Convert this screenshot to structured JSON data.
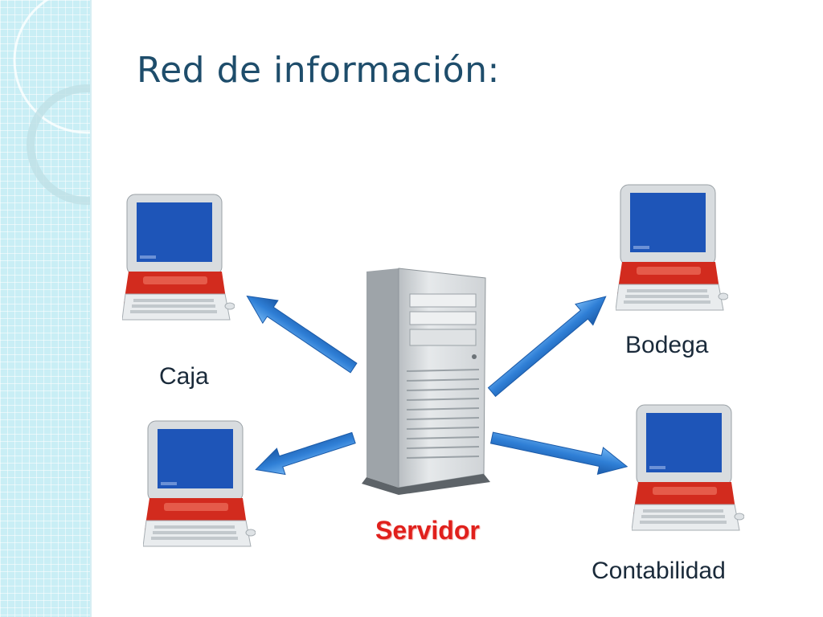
{
  "slide": {
    "title": "Red de información:"
  },
  "nodes": {
    "caja": "Caja",
    "bodega": "Bodega",
    "contabilidad": "Contabilidad",
    "servidor": "Servidor"
  },
  "colors": {
    "title": "#1e4d6b",
    "servidor": "#e0201c",
    "arrow": "#2f7fd6",
    "band": "#c9eef5"
  },
  "icons": [
    "computer-icon",
    "server-tower-icon",
    "arrow-icon"
  ]
}
